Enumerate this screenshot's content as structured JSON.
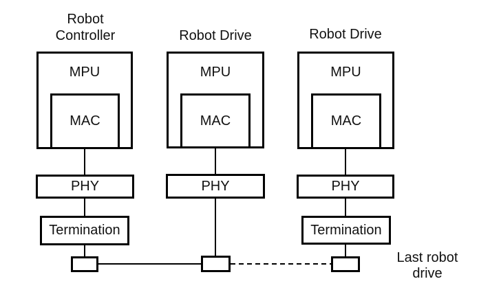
{
  "colors": {
    "stroke": "#000000",
    "text": "#111111",
    "background": "#ffffff"
  },
  "columns": [
    {
      "title": "Robot\nController",
      "mpu_label": "MPU",
      "mac_label": "MAC",
      "phy_label": "PHY",
      "termination_label": "Termination"
    },
    {
      "title": "Robot Drive",
      "mpu_label": "MPU",
      "mac_label": "MAC",
      "phy_label": "PHY"
    },
    {
      "title": "Robot Drive",
      "mpu_label": "MPU",
      "mac_label": "MAC",
      "phy_label": "PHY",
      "termination_label": "Termination"
    }
  ],
  "annotations": {
    "last_drive_label": "Last robot\ndrive"
  }
}
